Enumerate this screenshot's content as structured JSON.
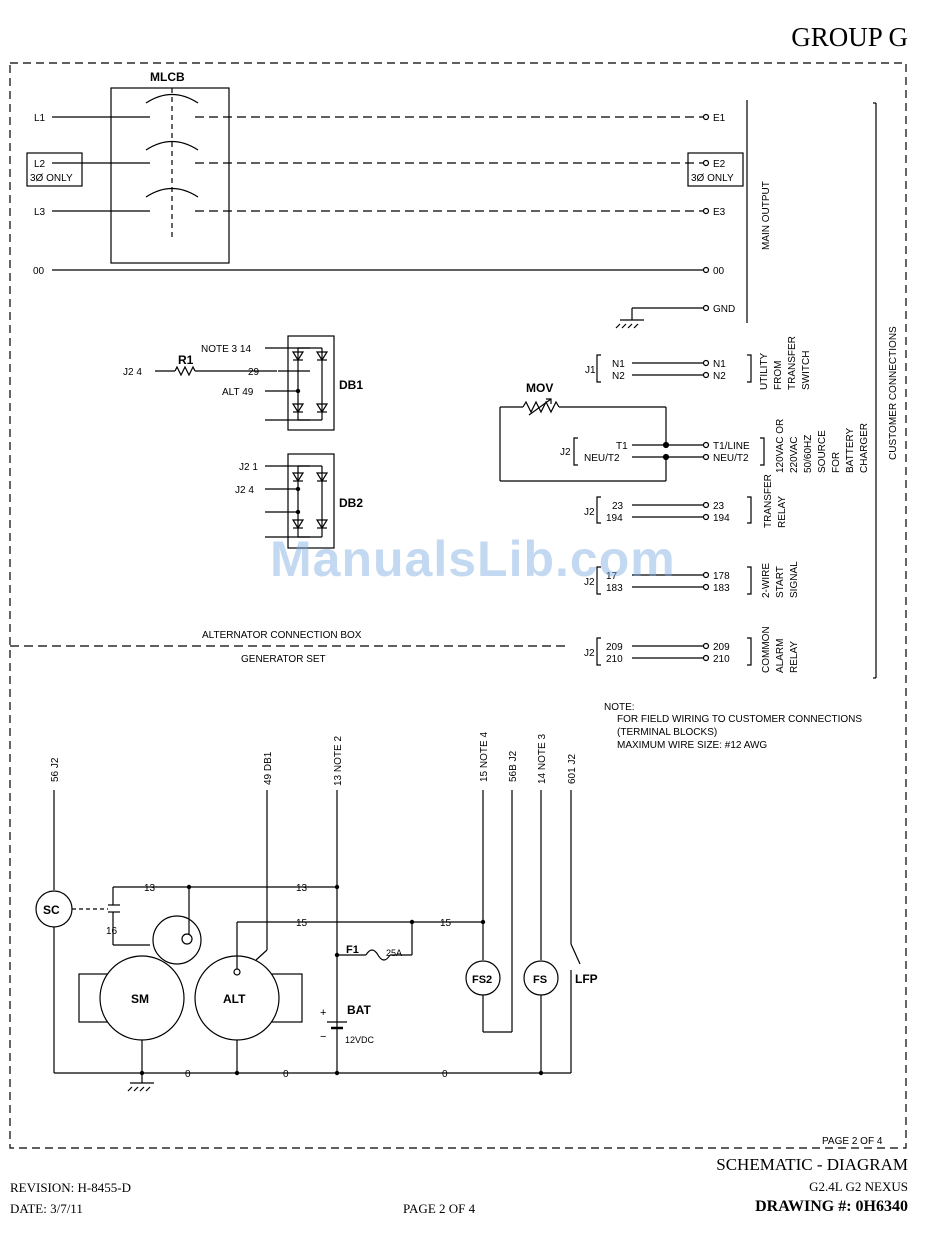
{
  "header": {
    "group": "GROUP G"
  },
  "mlcb": {
    "title": "MLCB",
    "lines": [
      "L1",
      "L2",
      "3Ø ONLY",
      "L3",
      "00"
    ],
    "outputs": [
      "E1",
      "E2",
      "3Ø ONLY",
      "E3",
      "00",
      "GND"
    ]
  },
  "sections": {
    "main_output": "MAIN OUTPUT",
    "customer_connections": "CUSTOMER CONNECTIONS",
    "utility": [
      "UTILITY",
      "FROM",
      "TRANSFER",
      "SWITCH"
    ],
    "charger": [
      "120VAC OR",
      "220VAC",
      "50/60HZ",
      "SOURCE",
      "FOR",
      "BATTERY",
      "CHARGER"
    ],
    "transfer_relay": [
      "TRANSFER",
      "RELAY"
    ],
    "two_wire": [
      "2-WIRE",
      "START",
      "SIGNAL"
    ],
    "alarm": [
      "COMMON",
      "ALARM",
      "RELAY"
    ]
  },
  "terminals": {
    "j1": "J1",
    "j2": "J2",
    "n1": "N1",
    "n2": "N2",
    "t1": "T1",
    "neu": "NEU/T2",
    "t1line": "T1/LINE",
    "t23": "23",
    "t194": "194",
    "t178": "178",
    "t183": "183",
    "t17": "17",
    "t209": "209",
    "t210": "210"
  },
  "components": {
    "r1": "R1",
    "j2_4": "J2 4",
    "db1": "DB1",
    "db2": "DB2",
    "note3_14": "NOTE 3 14",
    "w29": "29",
    "alt49": "ALT 49",
    "j2_1": "J2 1",
    "j2_4b": "J2 4",
    "mov": "MOV",
    "sc": "SC",
    "sm": "SM",
    "alt": "ALT",
    "f1": "F1",
    "amp": "25A",
    "bat": "BAT",
    "vdc": "12VDC",
    "plus": "+",
    "minus": "−",
    "fs2": "FS2",
    "fs": "FS",
    "lfp": "LFP",
    "w13": "13",
    "w15": "15",
    "w16": "16",
    "w0": "0"
  },
  "boxes": {
    "alternator": "ALTERNATOR CONNECTION BOX",
    "genset": "GENERATOR SET"
  },
  "vertical_labels": [
    "56 J2",
    "49 DB1",
    "13 NOTE 2",
    "15 NOTE 4",
    "56B J2",
    "14 NOTE 3",
    "601 J2"
  ],
  "note": {
    "title": "NOTE:",
    "lines": [
      "FOR FIELD WIRING TO CUSTOMER CONNECTIONS",
      "(TERMINAL BLOCKS)",
      "MAXIMUM WIRE SIZE: #12 AWG"
    ]
  },
  "page_in_frame": "PAGE 2 OF 4",
  "footer": {
    "schematic": "SCHEMATIC - DIAGRAM",
    "model": "G2.4L G2 NEXUS",
    "revision": "REVISION: H-8455-D",
    "date": "DATE: 3/7/11",
    "page": "PAGE 2 OF 4",
    "drawing": "DRAWING #: 0H6340"
  },
  "watermark": "ManualsLib.com"
}
